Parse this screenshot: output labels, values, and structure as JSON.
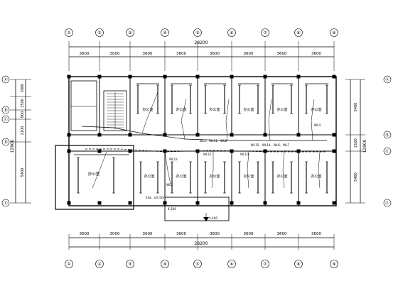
{
  "drawing": {
    "overall_dimension_top": "28200",
    "overall_dimension_bottom": "28200",
    "top_spans": [
      "3600",
      "3000",
      "3600",
      "3600",
      "3600",
      "3600",
      "3600",
      "3600"
    ],
    "bottom_spans": [
      "3600",
      "3000",
      "3600",
      "3600",
      "3600",
      "3600",
      "3600",
      "3600"
    ],
    "axis_bubbles_top": [
      "①",
      "②",
      "③",
      "④",
      "⑤",
      "⑥",
      "⑦",
      "⑧",
      "⑨"
    ],
    "axis_bubbles_bottom": [
      "①",
      "②",
      "③",
      "④",
      "⑤",
      "⑥",
      "⑦",
      "⑧",
      "⑨"
    ],
    "axis_bubbles_left": [
      "Ⓐ",
      "Ⓑ",
      "Ⓒ",
      "Ⓓ",
      "Ⓔ"
    ],
    "axis_bubbles_right": [
      "Ⓐ",
      "Ⓑ",
      "Ⓒ",
      "Ⓔ"
    ],
    "left_segments": [
      "3000",
      "1500",
      "900",
      "2100",
      "5400"
    ],
    "left_total": "12900",
    "right_segments": [
      "5400",
      "2100",
      "5400"
    ],
    "right_total": "12900",
    "room_label_office": "办公室",
    "room_labels_north": [
      "办公室",
      "办公室",
      "办公室",
      "办公室",
      "办公室",
      "办公室"
    ],
    "room_labels_south": [
      "办公室",
      "办公室",
      "办公室",
      "办公室",
      "办公室",
      "办公室",
      "办公室"
    ],
    "circuit_labels": [
      "WL12",
      "WL11",
      "WL10",
      "WL15",
      "WL14",
      "WL6",
      "WL7",
      "WL4",
      "WL2"
    ],
    "circuit_combo": "WL15、WL14、WL6、WL7",
    "circuit_combo2": "WL2、WL11、WL8",
    "panel_label": "1AL",
    "elevation_note": "±0.5m",
    "dim_small_1": "4.200",
    "dim_small_2": "4.400"
  }
}
